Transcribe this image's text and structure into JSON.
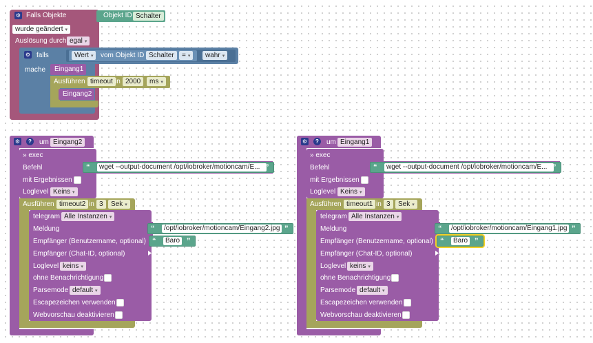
{
  "block1": {
    "header": "Falls Objekte",
    "objekt_id_label": "Objekt ID",
    "objekt_id_value": "Schalter",
    "trigger_value": "wurde geändert",
    "ausloesung_label": "Auslösung durch",
    "ausloesung_value": "egal",
    "falls_label": "falls",
    "wert_value": "Wert",
    "vom_objekt_label": "vom Objekt ID",
    "vom_objekt_value": "Schalter",
    "op_value": "=",
    "bool_value": "wahr",
    "mache_label": "mache",
    "call1": "Eingang1",
    "ausfuehren_label": "Ausführen",
    "timeout_value": "timeout",
    "in_label": "in",
    "delay_value": "2000",
    "unit_value": "ms",
    "call2": "Eingang2"
  },
  "functions": [
    {
      "um_label": "um",
      "name": "Eingang2",
      "exec_label": "» exec",
      "befehl_label": "Befehl",
      "befehl_value": "wget --output-document /opt/iobroker/motioncam/E...",
      "mit_ergebnissen_label": "mit Ergebnissen",
      "loglevel_label": "Loglevel",
      "loglevel_value": "Keins",
      "ausfuehren_label": "Ausführen",
      "timeout_value": "timeout2",
      "in_label": "in",
      "delay_value": "3",
      "unit_value": "Sek",
      "telegram_label": "telegram",
      "instance_value": "Alle Instanzen",
      "meldung_label": "Meldung",
      "meldung_value": "/opt/iobroker/motioncam/Eingang2.jpg",
      "empfaenger_label": "Empfänger (Benutzername, optional)",
      "empfaenger_value": "Baro",
      "chat_label": "Empfänger (Chat-ID, optional)",
      "tg_loglevel_label": "Loglevel",
      "tg_loglevel_value": "keins",
      "ohne_label": "ohne Benachrichtigung",
      "parsemode_label": "Parsemode",
      "parsemode_value": "default",
      "escape_label": "Escapezeichen verwenden",
      "webvorschau_label": "Webvorschau deaktivieren"
    },
    {
      "um_label": "um",
      "name": "Eingang1",
      "exec_label": "» exec",
      "befehl_label": "Befehl",
      "befehl_value": "wget --output-document /opt/iobroker/motioncam/E...",
      "mit_ergebnissen_label": "mit Ergebnissen",
      "loglevel_label": "Loglevel",
      "loglevel_value": "Keins",
      "ausfuehren_label": "Ausführen",
      "timeout_value": "timeout1",
      "in_label": "in",
      "delay_value": "3",
      "unit_value": "Sek",
      "telegram_label": "telegram",
      "instance_value": "Alle Instanzen",
      "meldung_label": "Meldung",
      "meldung_value": "/opt/iobroker/motioncam/Eingang1.jpg",
      "empfaenger_label": "Empfänger (Benutzername, optional)",
      "empfaenger_value": "Baro",
      "chat_label": "Empfänger (Chat-ID, optional)",
      "tg_loglevel_label": "Loglevel",
      "tg_loglevel_value": "keins",
      "ohne_label": "ohne Benachrichtigung",
      "parsemode_label": "Parsemode",
      "parsemode_value": "default",
      "escape_label": "Escapezeichen verwenden",
      "webvorschau_label": "Webvorschau deaktivieren"
    }
  ],
  "icons": {
    "gear": "⚙",
    "help": "?",
    "dropdown": "▾",
    "quote_open": "“",
    "quote_close": "”"
  },
  "colors": {
    "event_block": "#a5577b",
    "logic_block": "#5b80a5",
    "function_block": "#9a5ca6",
    "timeout_block": "#a5a55b",
    "text_block": "#5ba58c",
    "selected_outline": "#f5d327"
  }
}
